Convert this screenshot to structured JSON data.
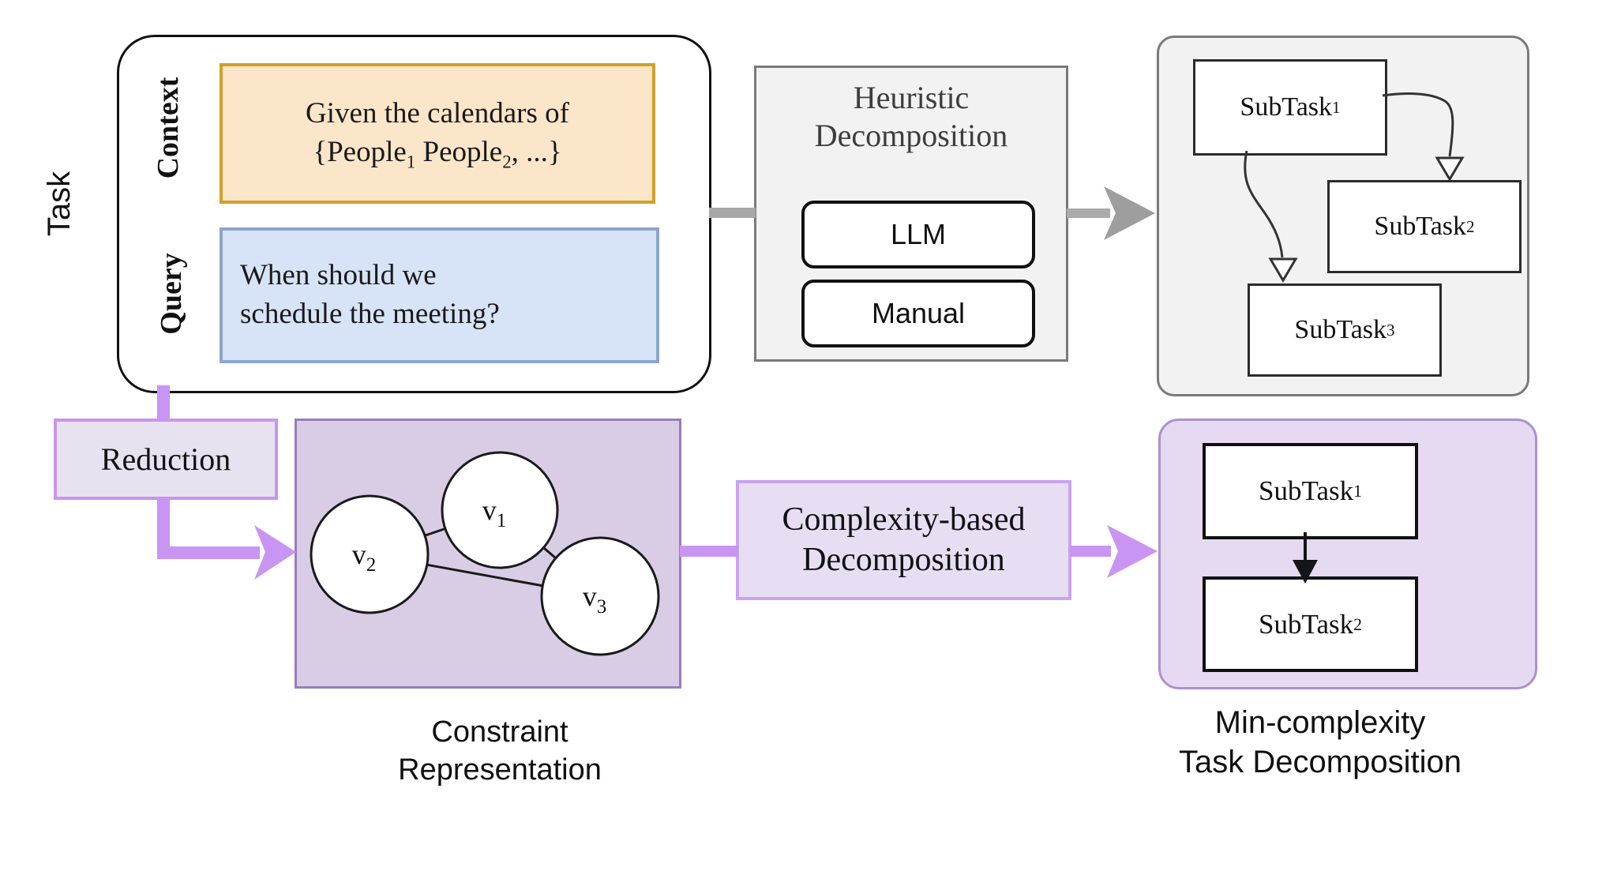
{
  "colors": {
    "orange_fill": "#fce6c9",
    "orange_border": "#d2a02a",
    "blue_fill": "#d7e3f6",
    "blue_border": "#8ca6ca",
    "gray_panel_fill": "#f2f2f2",
    "gray_panel_border": "#7a7a7a",
    "gray_arrow": "#9e9e9e",
    "purple_light_fill": "#e8e1f0",
    "purple_bright_border": "#c795ef",
    "purple_arrow": "#c995f2",
    "constraint_fill": "#d9cde5",
    "constraint_border": "#9b7cba",
    "min_complexity_fill": "#e5daf1",
    "min_complexity_border": "#ab92cf",
    "heuristic_text": "#3d3d3d"
  },
  "task": {
    "label": "Task",
    "context_label": "Context",
    "query_label": "Query",
    "context_box": {
      "line1": "Given the calendars of",
      "line2_pre": "{People",
      "line2_sub1": "1",
      "line2_mid": " People",
      "line2_sub2": "2",
      "line2_post": ", ...}"
    },
    "query_box": {
      "line1": "When should we",
      "line2": "schedule the meeting?"
    }
  },
  "heuristic": {
    "title1": "Heuristic",
    "title2": "Decomposition",
    "llm_label": "LLM",
    "manual_label": "Manual"
  },
  "heuristic_output": {
    "subtasks": [
      {
        "text": "SubTask",
        "sub": "1"
      },
      {
        "text": "SubTask",
        "sub": "2"
      },
      {
        "text": "SubTask",
        "sub": "3"
      }
    ]
  },
  "reduction": {
    "label": "Reduction"
  },
  "constraint": {
    "nodes": [
      {
        "text": "v",
        "sub": "1"
      },
      {
        "text": "v",
        "sub": "2"
      },
      {
        "text": "v",
        "sub": "3"
      }
    ],
    "caption1": "Constraint",
    "caption2": "Representation"
  },
  "complexity": {
    "title1": "Complexity-based",
    "title2": "Decomposition"
  },
  "min_complexity": {
    "subtasks": [
      {
        "text": "SubTask",
        "sub": "1"
      },
      {
        "text": "SubTask",
        "sub": "2"
      }
    ],
    "caption1": "Min-complexity",
    "caption2": "Task Decomposition"
  }
}
